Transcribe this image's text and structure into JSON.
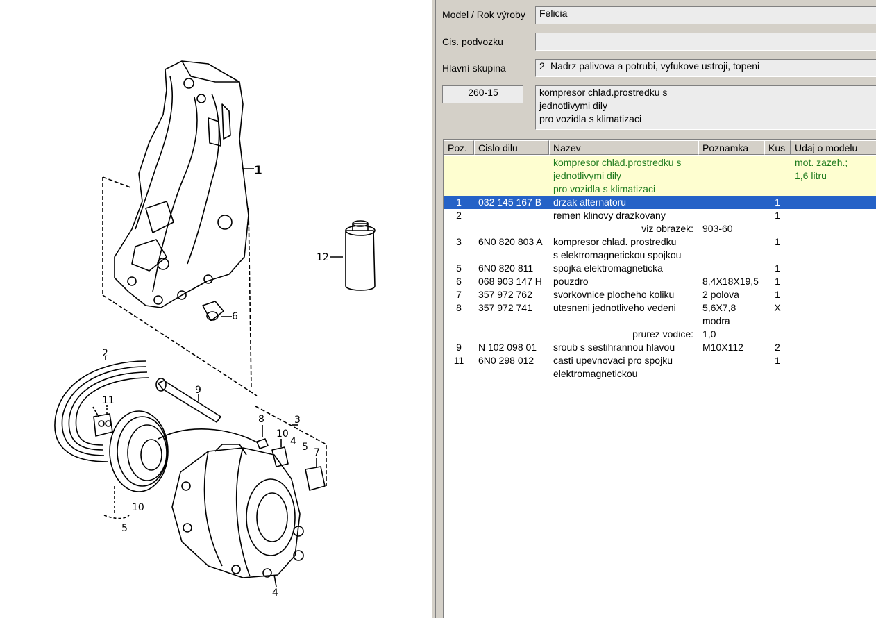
{
  "form": {
    "model_label": "Model / Rok výroby",
    "model_value": "Felicia",
    "chassis_label": "Cis. podvozku",
    "chassis_value": "",
    "group_label": "Hlavní skupina",
    "group_num": "2",
    "group_value": "Nadrz palivova a potrubi, vyfukove ustroji, topeni",
    "code_value": "260-15",
    "desc_lines": [
      "kompresor chlad.prostredku s",
      "jednotlivymi dily",
      "pro vozidla s klimatizaci"
    ]
  },
  "table": {
    "headers": [
      "Poz.",
      "Cislo dilu",
      "Nazev",
      "Poznamka",
      "Kus",
      "Udaj o modelu"
    ],
    "group_row": {
      "name_lines": [
        "kompresor chlad.prostredku s",
        "jednotlivymi dily",
        "pro vozidla s klimatizaci"
      ],
      "model_lines": [
        "mot. zazeh.;",
        "1,6 litru"
      ]
    },
    "rows": [
      {
        "pos": "1",
        "part": "032 145 167 B",
        "name": [
          "drzak alternatoru"
        ],
        "note": "",
        "qty": "1",
        "selected": true
      },
      {
        "pos": "2",
        "part": "",
        "name": [
          "remen klinovy drazkovany"
        ],
        "note": "",
        "qty": "1"
      },
      {
        "pos": "",
        "part": "",
        "subname": "viz obrazek:",
        "note": "903-60",
        "qty": ""
      },
      {
        "pos": "3",
        "part": "6N0 820 803 A",
        "name": [
          "kompresor chlad. prostredku",
          "s elektromagnetickou spojkou"
        ],
        "note": "",
        "qty": "1"
      },
      {
        "pos": "5",
        "part": "6N0 820 811",
        "name": [
          "spojka elektromagneticka"
        ],
        "note": "",
        "qty": "1"
      },
      {
        "pos": "6",
        "part": "068 903 147 H",
        "name": [
          "pouzdro"
        ],
        "note": "8,4X18X19,5",
        "qty": "1"
      },
      {
        "pos": "7",
        "part": "357 972 762",
        "name": [
          "svorkovnice plocheho koliku"
        ],
        "note": "2 polova",
        "qty": "1"
      },
      {
        "pos": "8",
        "part": "357 972 741",
        "name": [
          "utesneni jednotliveho vedeni"
        ],
        "note": "5,6X7,8",
        "note2": "modra",
        "qty": "X"
      },
      {
        "pos": "",
        "part": "",
        "subname": "prurez vodice:",
        "note": "1,0",
        "qty": ""
      },
      {
        "pos": "9",
        "part": "N  102 098 01",
        "name": [
          "sroub s sestihrannou hlavou"
        ],
        "note": "M10X112",
        "qty": "2"
      },
      {
        "pos": "11",
        "part": "6N0 298 012",
        "name": [
          "casti upevnovaci pro spojku",
          "elektromagnetickou"
        ],
        "note": "",
        "qty": "1"
      }
    ]
  },
  "diagram": {
    "callouts": [
      "1",
      "12",
      "6",
      "2",
      "9",
      "11",
      "8",
      "3",
      "10",
      "4",
      "5",
      "7",
      "10",
      "5",
      "4"
    ]
  }
}
